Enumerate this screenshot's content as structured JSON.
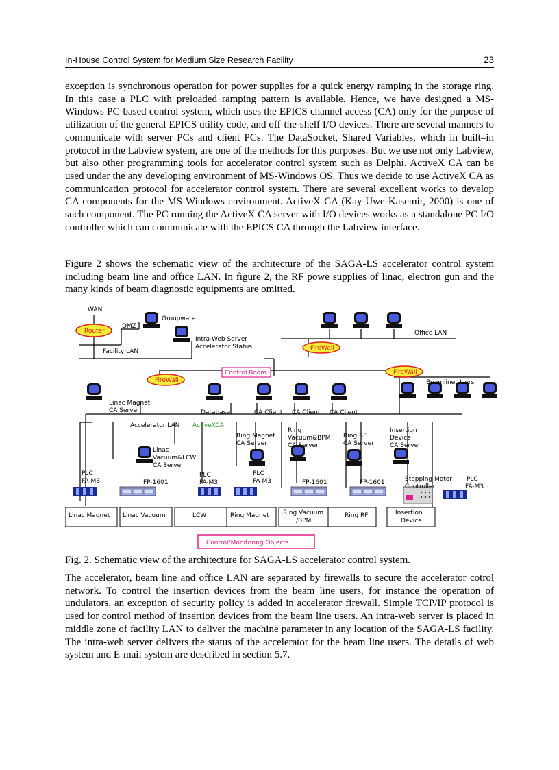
{
  "header": {
    "title": "In-House Control System for Medium Size Research Facility",
    "page_number": "23"
  },
  "body": {
    "paragraph_1": "exception is synchronous operation for power supplies for a quick energy ramping in the storage ring. In this case a PLC with preloaded ramping pattern is available. Hence, we have designed a MS-Windows PC-based control system, which uses the EPICS channel access (CA) only for the purpose of utilization of the general EPICS utility code, and off-the-shelf I/O devices. There are several manners to communicate with server PCs and client PCs. The DataSocket, Shared Variables, which in built–in protocol in the Labview system, are one of the methods for this purposes. But we use not only Labview, but also other programming tools for accelerator control system such as Delphi. ActiveX CA can be used under the any developing environment of MS-Windows OS. Thus we decide to use ActiveX CA as communication protocol for accelerator control system. There are several excellent works to develop CA components for the MS-Windows environment. ActiveX CA (Kay-Uwe Kasemir, 2000) is one of such component. The PC running the ActiveX CA server with I/O devices works as a standalone PC I/O controller which can communicate with the EPICS CA through the Labview interface.",
    "paragraph_2": "Figure 2 shows the schematic view of the architecture of the SAGA-LS accelerator control system including beam line and office LAN. In figure 2, the RF powe supplies of linac, electron gun and the many kinds of beam diagnostic equipments are omitted.",
    "caption": "Fig. 2. Schematic view of the architecture for SAGA-LS accelerator control system.",
    "paragraph_3": "The accelerator, beam line and office LAN are separated by firewalls to secure the accelerator cotrol network. To control the insertion devices from the beam line users, for instance the operation of undulators, an exception of security policy is added in accelerator firewall. Simple TCP/IP protocol is used for control method of insertion devices from the beam line users. An intra-web server is placed in middle zone of facility LAN to deliver the machine parameter in any location of the SAGA-LS facility. The intra-web server delivers the status of the accelerator for the beam line users. The details of web system and E-mail system are described in section 5.7."
  },
  "figure": {
    "colors": {
      "oval_fill": "#f3ec38",
      "oval_stroke": "#e0201a",
      "box_red": "#e0208a",
      "activex_green": "#2ca02c",
      "monitor_screen": "#4a5adc"
    },
    "labels": {
      "wan": "WAN",
      "dmz": "DMZ",
      "router": "Router",
      "groupware": "Groupware",
      "intra_web_1": "Intra-Web Server",
      "intra_web_2": "Accelerator Status",
      "facility_lan": "Facility LAN",
      "office_lan": "Office LAN",
      "firewall": "FireWall",
      "control_room": "Control Room",
      "beamline_users": "Beamline Users",
      "linac_magnet_server_1": "Linac Magnet",
      "linac_magnet_server_2": "CA Server",
      "database": "Database",
      "ca_client": "CA Client",
      "accelerator_lan": "Accelerator LAN",
      "activexca": "ActiveXCA",
      "ring_magnet_server_1": "Ring Magnet",
      "ring_magnet_server_2": "CA Server",
      "ring_vac_server_1": "Ring",
      "ring_vac_server_2": "Vacuum&BPM",
      "ring_vac_server_3": "CA Server",
      "ring_rf_server_1": "Ring RF",
      "ring_rf_server_2": "CA Server",
      "insertion_server_1": "Insertion",
      "insertion_server_2": "Device",
      "insertion_server_3": "CA Server",
      "linac_vac_server_1": "Linac",
      "linac_vac_server_2": "Vacuum&LCW",
      "linac_vac_server_3": "CA Server",
      "plc": "PLC",
      "fa_m3": "FA-M3",
      "fp1601": "FP-1601",
      "stepping_1": "Stepping Motor",
      "stepping_2": "Controller",
      "obj_linac_magnet": "Linac Magnet",
      "obj_linac_vacuum": "Linac Vacuum",
      "obj_lcw": "LCW",
      "obj_ring_magnet": "Ring Magnet",
      "obj_ring_vacuum_1": "Ring Vacuum",
      "obj_ring_vacuum_2": "/BPM",
      "obj_ring_rf": "Ring RF",
      "obj_insertion_1": "Insertion",
      "obj_insertion_2": "Device",
      "control_objects": "Control/Monitoring Objects"
    }
  }
}
